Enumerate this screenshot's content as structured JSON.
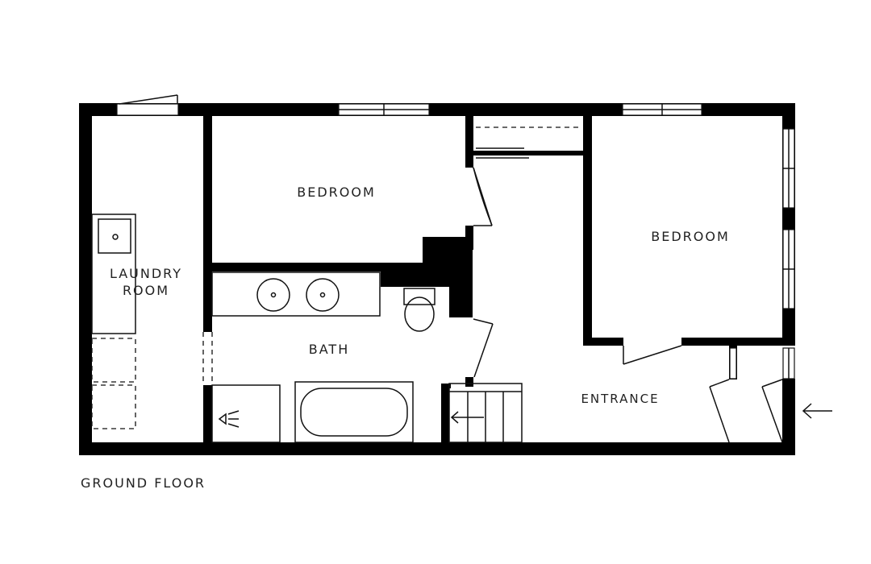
{
  "rooms": {
    "bedroom_left": "BEDROOM",
    "bedroom_right": "BEDROOM",
    "laundry_line1": "LAUNDRY",
    "laundry_line2": "ROOM",
    "bath": "BATH",
    "entrance": "ENTRANCE"
  },
  "floor_title": "GROUND FLOOR",
  "colors": {
    "wall": "#000000",
    "background": "#ffffff",
    "text": "#222222"
  }
}
